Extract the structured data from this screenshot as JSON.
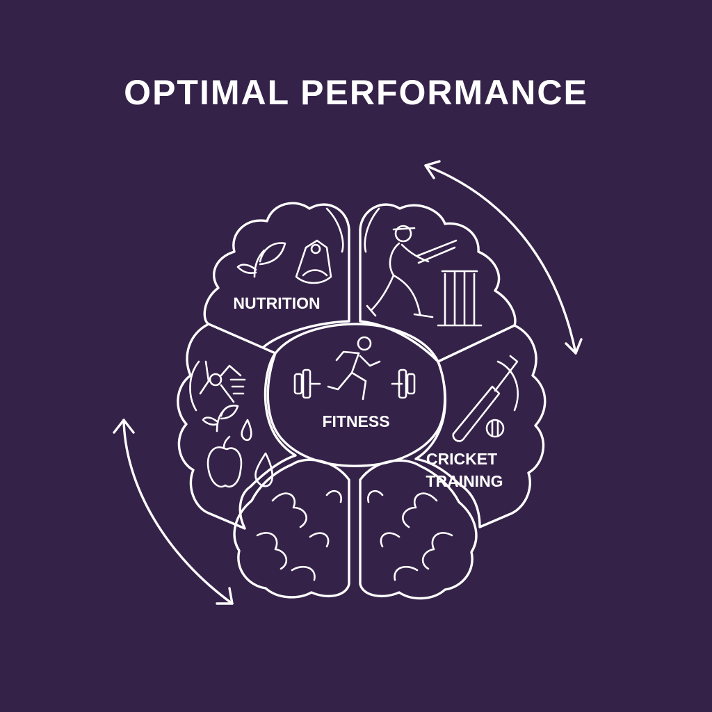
{
  "title": "OPTIMAL PERFORMANCE",
  "sections": {
    "nutrition": "NUTRITION",
    "fitness": "FITNESS",
    "cricket_line1": "CRICKET",
    "cricket_line2": "TRAINING"
  },
  "colors": {
    "background": "#352249",
    "line": "#ffffff"
  },
  "icons": [
    "leaf-icon",
    "lemon-squeezer-icon",
    "cricket-batsman-icon",
    "cricket-stumps-icon",
    "knee-joint-icon",
    "sprout-icon",
    "water-drop-icon",
    "apple-icon",
    "dumbbell-icon",
    "runner-icon",
    "cricket-bat-icon",
    "cricket-ball-icon",
    "cycle-arrow-icon"
  ]
}
